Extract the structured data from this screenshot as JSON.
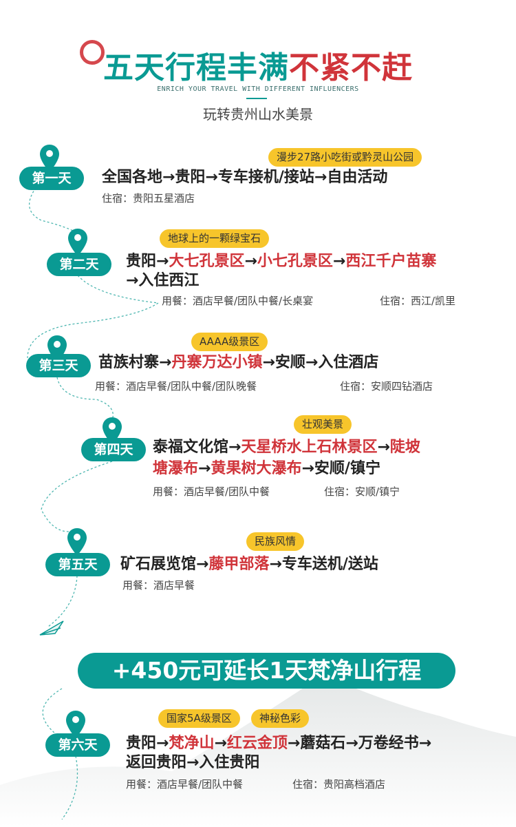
{
  "header": {
    "title_teal": "五天行程丰满",
    "title_red": "不紧不赶",
    "subtitle_en": "ENRICH YOUR TRAVEL WITH DIFFERENT INFLUENCERS",
    "subtitle_cn": "玩转贵州山水美景"
  },
  "colors": {
    "teal": "#0a9a93",
    "red": "#d0343a",
    "yellow": "#f7c52b"
  },
  "banner": "+450元可延长1天梵净山行程",
  "days": [
    {
      "badge": "第一天",
      "tags": [
        "漫步27路小吃街或黔灵山公园"
      ],
      "lines": [
        [
          {
            "t": "全国各地→贵阳→专车接机/接站→自由活动"
          }
        ]
      ],
      "meals": "",
      "stay": "住宿：贵阳五星酒店"
    },
    {
      "badge": "第二天",
      "tags": [
        "地球上的一颗绿宝石"
      ],
      "lines": [
        [
          {
            "t": "贵阳→"
          },
          {
            "t": "大七孔景区",
            "hl": 1
          },
          {
            "t": "→"
          },
          {
            "t": "小七孔景区",
            "hl": 1
          },
          {
            "t": "→"
          },
          {
            "t": "西江千户苗寨",
            "hl": 1
          }
        ],
        [
          {
            "t": "→入住西江"
          }
        ]
      ],
      "meals": "用餐：酒店早餐/团队中餐/长桌宴",
      "stay": "住宿：西江/凯里"
    },
    {
      "badge": "第三天",
      "tags": [
        "AAAA级景区"
      ],
      "lines": [
        [
          {
            "t": "苗族村寨→"
          },
          {
            "t": "丹寨万达小镇",
            "hl": 1
          },
          {
            "t": "→安顺→入住酒店"
          }
        ]
      ],
      "meals": "用餐：酒店早餐/团队中餐/团队晚餐",
      "stay": "住宿：安顺四钻酒店"
    },
    {
      "badge": "第四天",
      "tags": [
        "壮观美景"
      ],
      "lines": [
        [
          {
            "t": "泰福文化馆→"
          },
          {
            "t": "天星桥水上石林景区",
            "hl": 1
          },
          {
            "t": "→"
          },
          {
            "t": "陡坡",
            "hl": 1
          }
        ],
        [
          {
            "t": "塘瀑布",
            "hl": 1
          },
          {
            "t": "→"
          },
          {
            "t": "黄果树大瀑布",
            "hl": 1
          },
          {
            "t": "→安顺/镇宁"
          }
        ]
      ],
      "meals": "用餐：酒店早餐/团队中餐",
      "stay": "住宿：安顺/镇宁"
    },
    {
      "badge": "第五天",
      "tags": [
        "民族风情"
      ],
      "lines": [
        [
          {
            "t": "矿石展览馆→"
          },
          {
            "t": "藤甲部落",
            "hl": 1
          },
          {
            "t": "→专车送机/送站"
          }
        ]
      ],
      "meals": "用餐：酒店早餐",
      "stay": ""
    },
    {
      "badge": "第六天",
      "tags": [
        "国家5A级景区",
        "神秘色彩"
      ],
      "lines": [
        [
          {
            "t": "贵阳→"
          },
          {
            "t": "梵净山",
            "hl": 1
          },
          {
            "t": "→"
          },
          {
            "t": "红云金顶",
            "hl": 1
          },
          {
            "t": "→蘑菇石→万卷经书→"
          }
        ],
        [
          {
            "t": "返回贵阳→入住贵阳"
          }
        ]
      ],
      "meals": "用餐：酒店早餐/团队中餐",
      "stay": "住宿：贵阳高档酒店"
    }
  ]
}
